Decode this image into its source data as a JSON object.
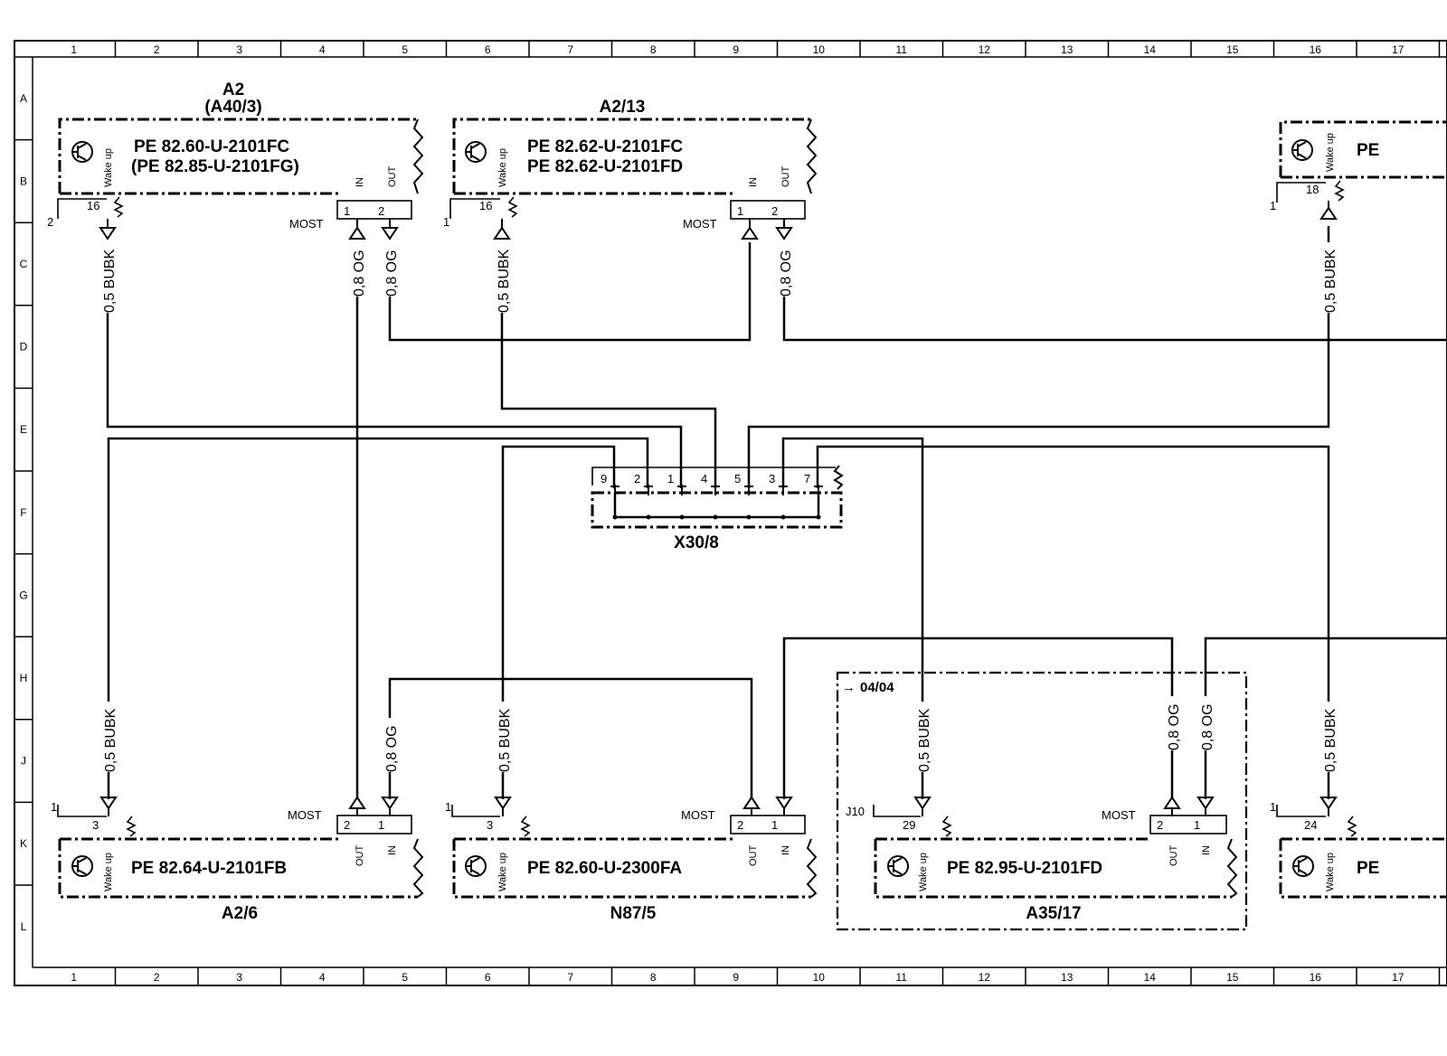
{
  "grid": {
    "columns": [
      "1",
      "2",
      "3",
      "4",
      "5",
      "6",
      "7",
      "8",
      "9",
      "10",
      "11",
      "12",
      "13",
      "14",
      "15",
      "16",
      "17"
    ],
    "rows": [
      "A",
      "B",
      "C",
      "D",
      "E",
      "F",
      "G",
      "H",
      "J",
      "K",
      "L"
    ]
  },
  "components": {
    "a2": {
      "label": "A2",
      "sublabel": "(A40/3)",
      "ref1": "PE 82.60-U-2101FC",
      "ref2": "(PE 82.85-U-2101FG)",
      "wake": "Wake up",
      "wake_pin": "16",
      "wake_pin_outer": "2",
      "most": "MOST",
      "in_pin": "1",
      "out_pin": "2",
      "in_label": "IN",
      "out_label": "OUT"
    },
    "a2_13": {
      "label": "A2/13",
      "ref1": "PE 82.62-U-2101FC",
      "ref2": "PE 82.62-U-2101FD",
      "wake": "Wake up",
      "wake_pin": "16",
      "wake_pin_outer": "1",
      "most": "MOST",
      "in_pin": "1",
      "out_pin": "2",
      "in_label": "IN",
      "out_label": "OUT"
    },
    "right_top": {
      "ref1": "PE",
      "wake": "Wake up",
      "wake_pin": "18",
      "wake_pin_outer": "1"
    },
    "x30_8": {
      "label": "X30/8",
      "pins": [
        "9",
        "2",
        "1",
        "4",
        "5",
        "3",
        "7"
      ]
    },
    "a2_6": {
      "label": "A2/6",
      "ref1": "PE 82.64-U-2101FB",
      "wake": "Wake up",
      "wake_pin": "3",
      "wake_pin_outer": "1",
      "most": "MOST",
      "out_pin": "2",
      "in_pin": "1",
      "in_label": "IN",
      "out_label": "OUT"
    },
    "n87_5": {
      "label": "N87/5",
      "ref1": "PE 82.60-U-2300FA",
      "wake": "Wake up",
      "wake_pin": "3",
      "wake_pin_outer": "1",
      "most": "MOST",
      "out_pin": "2",
      "in_pin": "1",
      "in_label": "IN",
      "out_label": "OUT"
    },
    "a35_17": {
      "label": "A35/17",
      "pointer": "04/04",
      "ref1": "PE 82.95-U-2101FD",
      "wake": "Wake up",
      "wake_pin": "29",
      "conn": "J10",
      "most": "MOST",
      "out_pin": "2",
      "in_pin": "1",
      "in_label": "IN",
      "out_label": "OUT"
    },
    "right_bottom": {
      "ref1": "PE",
      "wake": "Wake up",
      "wake_pin": "24",
      "wake_pin_outer": "1"
    }
  },
  "wires": {
    "bubk": "0,5 BUBK",
    "og": "0,8 OG"
  }
}
